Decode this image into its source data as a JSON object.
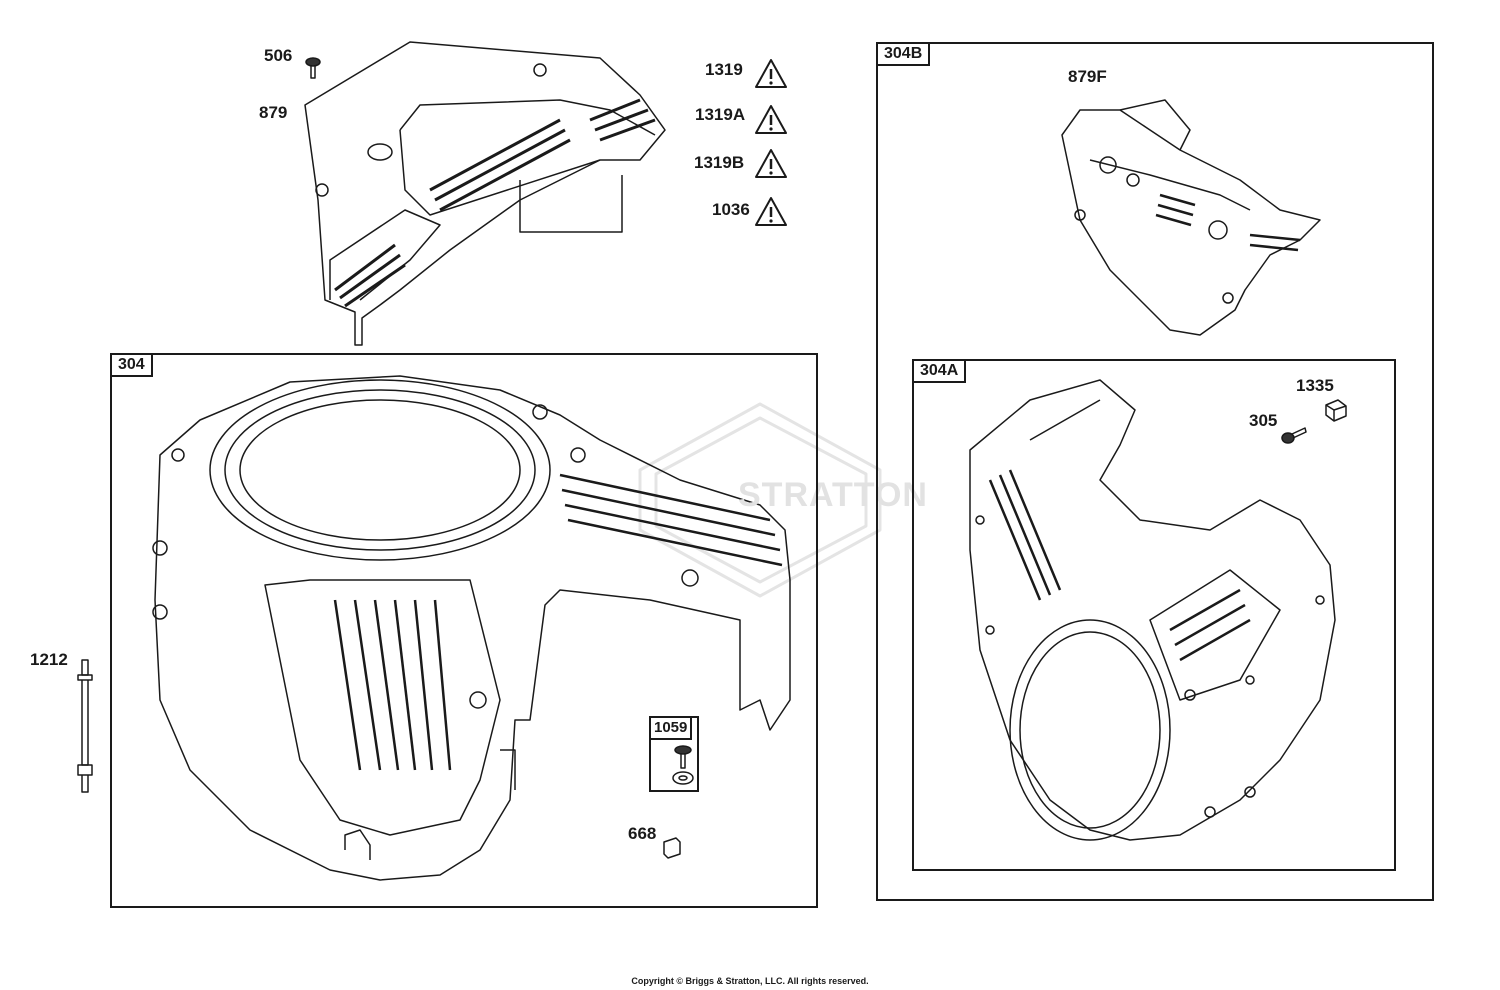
{
  "labels": {
    "p506": "506",
    "p879": "879",
    "p1319": "1319",
    "p1319A": "1319A",
    "p1319B": "1319B",
    "p1036": "1036",
    "p879F": "879F",
    "p1335": "1335",
    "p305": "305",
    "p1212": "1212",
    "p668": "668"
  },
  "boxes": {
    "b304": "304",
    "b304B": "304B",
    "b304A": "304A",
    "b1059": "1059"
  },
  "watermark": "STRATTON",
  "copyright": "Copyright © Briggs & Stratton, LLC. All rights reserved.",
  "icons": {
    "warning": "warning-triangle-icon"
  },
  "colors": {
    "line": "#1a1a1a",
    "watermark": "#e6e6e6"
  }
}
